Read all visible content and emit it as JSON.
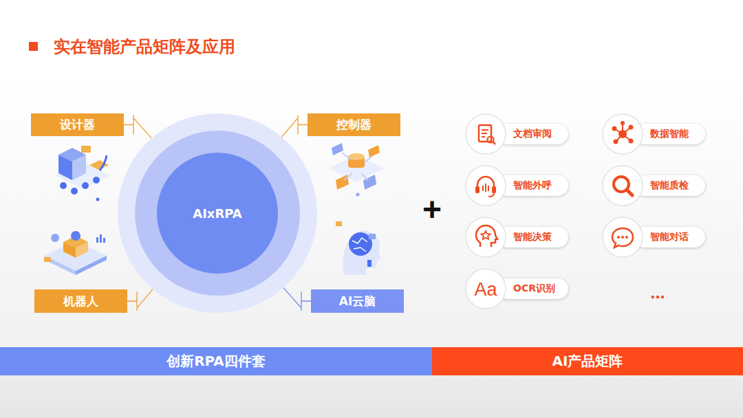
{
  "diagram": {
    "title": "实在智能产品矩阵及应用",
    "nodes": [
      {
        "text": [
          "设计器"
        ]
      },
      {
        "text": [
          "控制器"
        ]
      },
      {
        "text": [
          "AIxRPA"
        ]
      },
      {
        "text": [
          "机器人"
        ]
      },
      {
        "text": [
          "AI云脑"
        ]
      },
      {
        "text": [
          "文档审阅"
        ]
      },
      {
        "text": [
          "数据智能"
        ]
      },
      {
        "text": [
          "智能外呼"
        ]
      },
      {
        "text": [
          "智能质检"
        ]
      },
      {
        "text": [
          "智能决策"
        ]
      },
      {
        "text": [
          "智能对话"
        ]
      },
      {
        "text": [
          "OCR识别"
        ]
      },
      {
        "text": [
          "创新RPA四件套"
        ]
      },
      {
        "text": [
          "AI产品矩阵"
        ]
      }
    ],
    "edges": [
      {
        "from": 0,
        "to": 2,
        "arrow": "none"
      },
      {
        "from": 1,
        "to": 2,
        "arrow": "none"
      },
      {
        "from": 3,
        "to": 2,
        "arrow": "none"
      },
      {
        "from": 4,
        "to": 2,
        "arrow": "none"
      }
    ],
    "labels": [
      "+",
      "...",
      "Aa"
    ]
  }
}
